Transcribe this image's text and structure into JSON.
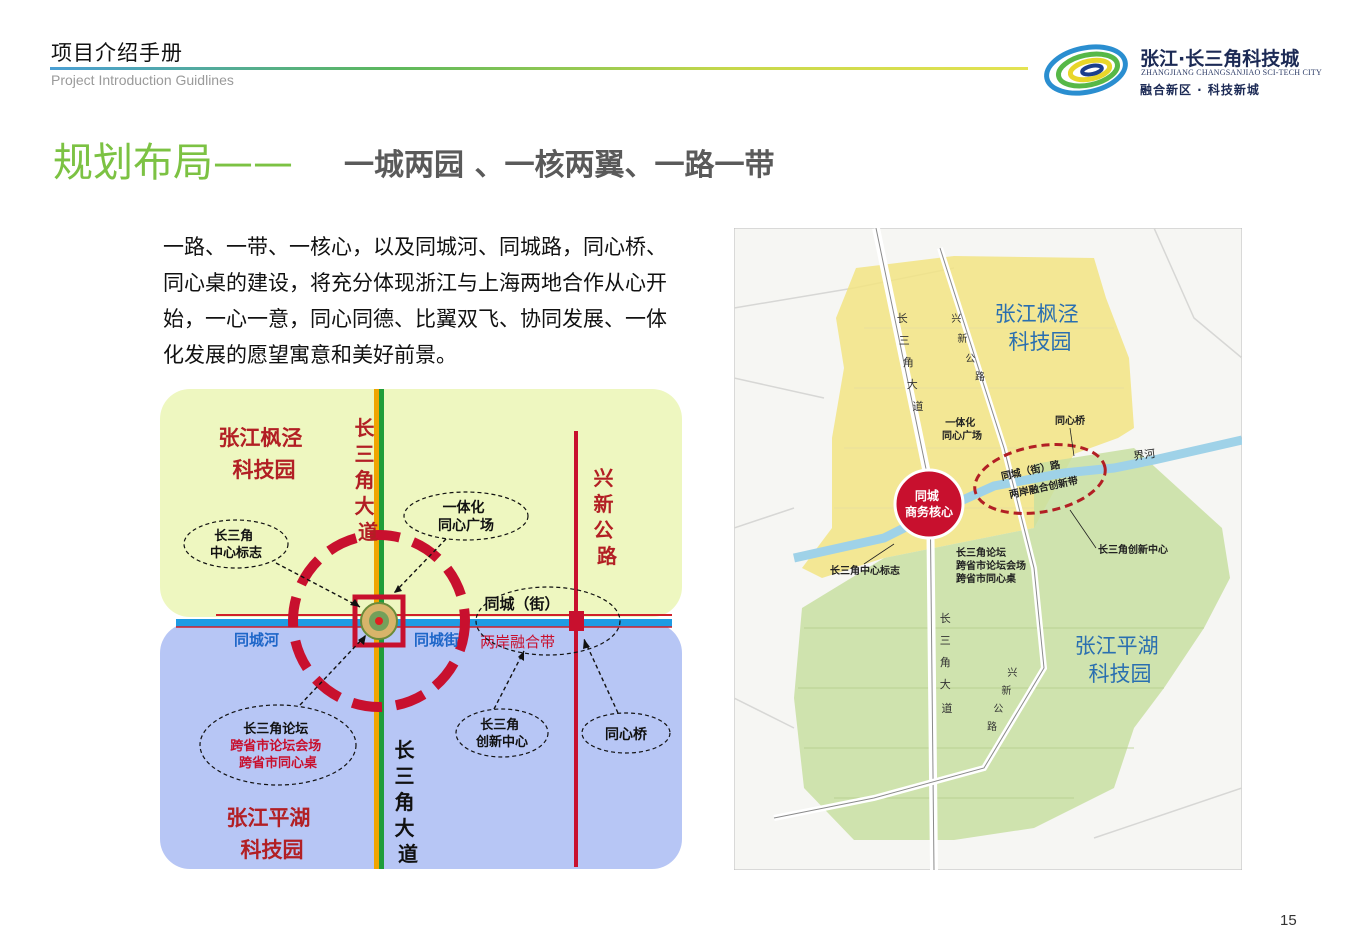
{
  "header": {
    "title": "项目介绍手册",
    "subtitle": "Project Introduction Guidlines"
  },
  "logo": {
    "name": "张江·长三角科技城",
    "english": "ZHANGJIANG CHANGSANJIAO SCI-TECH CITY",
    "slogan": "融合新区 · 科技新城"
  },
  "title": {
    "main": "规划布局——",
    "sub": "一城两园 、一核两翼、一路一带"
  },
  "intro_text": "一路、一带、一核心，以及同城河、同城路，同心桥、同心桌的建设，将充分体现浙江与上海两地合作从心开始，一心一意，同心同德、比翼双飞、协同发展、一体化发展的愿望寓意和美好前景。",
  "diagram": {
    "north_zone": [
      "张江枫泾",
      "科技园"
    ],
    "south_zone": [
      "张江平湖",
      "科技园"
    ],
    "road_north": [
      "长",
      "三",
      "角",
      "大",
      "道"
    ],
    "road_south": [
      "长",
      "三",
      "角",
      "大",
      "道"
    ],
    "xinxin_road": [
      "兴",
      "新",
      "公",
      "路"
    ],
    "river_label": "同城河",
    "street_label": "同城街",
    "ellipse_plaza": [
      "一体化",
      "同心广场"
    ],
    "ellipse_landmark": [
      "长三角",
      "中心标志"
    ],
    "ellipse_tongcheng": "同城（街）",
    "belt_label": "两岸融合带",
    "ellipse_forum": [
      "长三角论坛",
      "跨省市论坛会场",
      "跨省市同心桌"
    ],
    "ellipse_innovation": [
      "长三角",
      "创新中心"
    ],
    "ellipse_bridge": "同心桥",
    "colors": {
      "north": "#eef7c0",
      "south": "#b7c6f5",
      "red": "#c8102e",
      "river": "#1e9be3",
      "dark_red": "#b21f24"
    }
  },
  "map": {
    "zone_north": [
      "张江枫泾",
      "科技园"
    ],
    "zone_south": [
      "张江平湖",
      "科技园"
    ],
    "road_main_north": [
      "长",
      "三",
      "角",
      "大",
      "道"
    ],
    "road_main_south": [
      "长",
      "三",
      "角",
      "大",
      "道"
    ],
    "road_xx_north": [
      "兴",
      "新",
      "公",
      "路"
    ],
    "road_xx_south": [
      "兴",
      "新",
      "公",
      "路"
    ],
    "core": [
      "同城",
      "商务核心"
    ],
    "plaza": [
      "一体化",
      "同心广场"
    ],
    "bridge": "同心桥",
    "river": "界河",
    "belt_road": "同城（街）路",
    "belt": "两岸融合创新带",
    "landmark": "长三角中心标志",
    "forum": [
      "长三角论坛",
      "跨省市论坛会场",
      "跨省市同心桌"
    ],
    "innovation": "长三角创新中心"
  },
  "page_number": "15"
}
